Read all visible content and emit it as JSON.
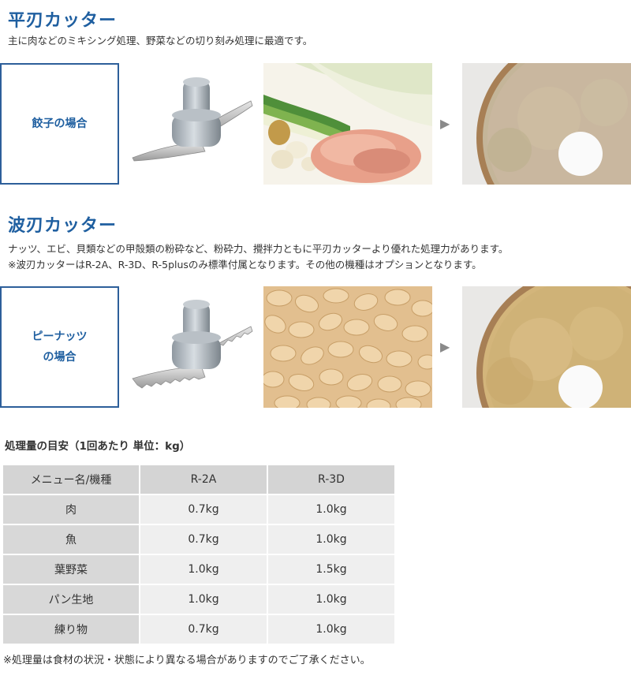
{
  "section1": {
    "title": "平刃カッター",
    "description": "主に肉などのミキシング処理、野菜などの切り刻み処理に最適です。",
    "case_label": "餃子の場合"
  },
  "section2": {
    "title": "波刃カッター",
    "description_line1": "ナッツ、エビ、貝類などの甲殻類の粉砕など、粉砕力、攪拌力ともに平刃カッターより優れた処理力があります。",
    "description_line2": "※波刃カッターはR-2A、R-3D、R-5plusのみ標準付属となります。その他の機種はオプションとなります。",
    "case_label_line1": "ピーナッツ",
    "case_label_line2": "の場合"
  },
  "arrow_glyph": "▶",
  "table": {
    "title": "処理量の目安（1回あたり 単位：kg）",
    "headers": [
      "メニュー名/機種",
      "R-2A",
      "R-3D"
    ],
    "rows": [
      [
        "肉",
        "0.7kg",
        "1.0kg"
      ],
      [
        "魚",
        "0.7kg",
        "1.0kg"
      ],
      [
        "葉野菜",
        "1.0kg",
        "1.5kg"
      ],
      [
        "パン生地",
        "1.0kg",
        "1.0kg"
      ],
      [
        "練り物",
        "0.7kg",
        "1.0kg"
      ]
    ],
    "note": "※処理量は食材の状況・状態により異なる場合がありますのでご了承ください。"
  },
  "colors": {
    "accent_blue": "#1f5fa0",
    "box_border": "#2d5f9a",
    "table_header_bg": "#d4d4d4",
    "table_label_bg": "#d8d8d8",
    "table_value_bg": "#efefef"
  }
}
